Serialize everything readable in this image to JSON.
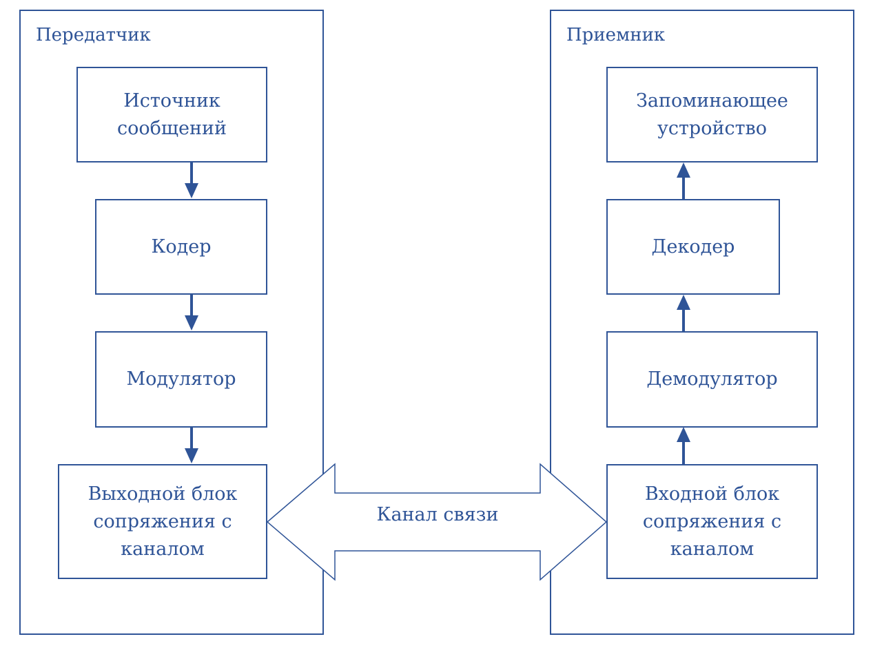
{
  "colors": {
    "stroke": "#2f5497",
    "text": "#2f5497",
    "background": "#ffffff"
  },
  "transmitter": {
    "title": "Передатчик",
    "source": [
      "Источник",
      "сообщений"
    ],
    "coder": "Кодер",
    "modulator": "Модулятор",
    "interface": [
      "Выходной блок",
      "сопряжения с",
      "каналом"
    ]
  },
  "receiver": {
    "title": "Приемник",
    "storage": [
      "Запоминающее",
      "устройство"
    ],
    "decoder": "Декодер",
    "demodulator": "Демодулятор",
    "interface": [
      "Входной блок",
      "сопряжения с",
      "каналом"
    ]
  },
  "channel": {
    "label": "Канал связи"
  },
  "connections": [
    {
      "from": "Источник сообщений",
      "to": "Кодер"
    },
    {
      "from": "Кодер",
      "to": "Модулятор"
    },
    {
      "from": "Модулятор",
      "to": "Выходной блок сопряжения с каналом"
    },
    {
      "from": "Выходной блок сопряжения с каналом",
      "to": "Входной блок сопряжения с каналом",
      "bidirectional": true
    },
    {
      "from": "Входной блок сопряжения с каналом",
      "to": "Демодулятор"
    },
    {
      "from": "Демодулятор",
      "to": "Декодер"
    },
    {
      "from": "Декодер",
      "to": "Запоминающее устройство"
    }
  ]
}
